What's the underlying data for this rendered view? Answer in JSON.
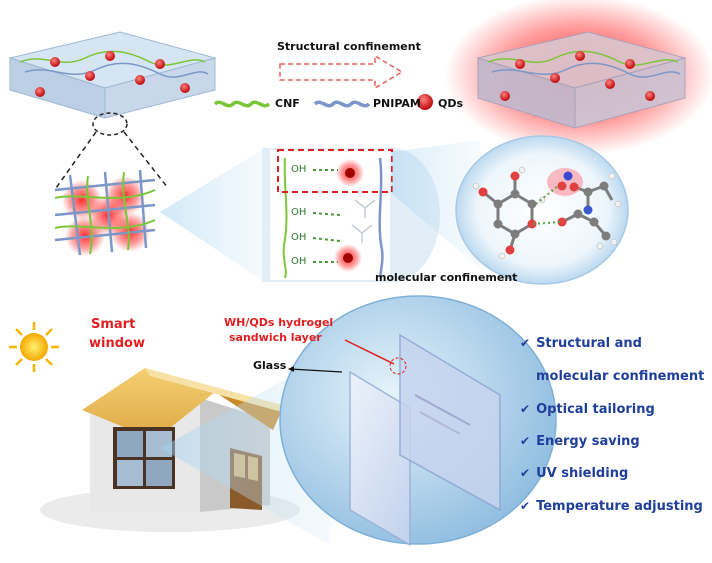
{
  "top": {
    "arrow_label": "Structural confinement",
    "legend": {
      "cnf": "CNF",
      "pnipam": "PNIPAM",
      "qds": "QDs"
    },
    "bond_labels": [
      "OH",
      "OH",
      "OH",
      "OH"
    ],
    "molecular_label": "molecular confinement"
  },
  "bottom": {
    "smart_window": [
      "Smart",
      "window"
    ],
    "layer_label": [
      "WH/QDs hydrogel",
      "sandwich layer"
    ],
    "glass_label": "Glass",
    "features": [
      "Structural and",
      "molecular confinement",
      "Optical tailoring",
      "Energy saving",
      "UV shielding",
      "Temperature adjusting"
    ]
  },
  "colors": {
    "accent_red": "#e02020",
    "feature_blue": "#1f3f9a",
    "cnf_green": "#7cc63a",
    "pnipam_blue": "#7b97c8"
  },
  "icons": [
    "sun-icon",
    "house-icon",
    "glass-pane-icon",
    "qd-dot-icon",
    "check-icon"
  ]
}
